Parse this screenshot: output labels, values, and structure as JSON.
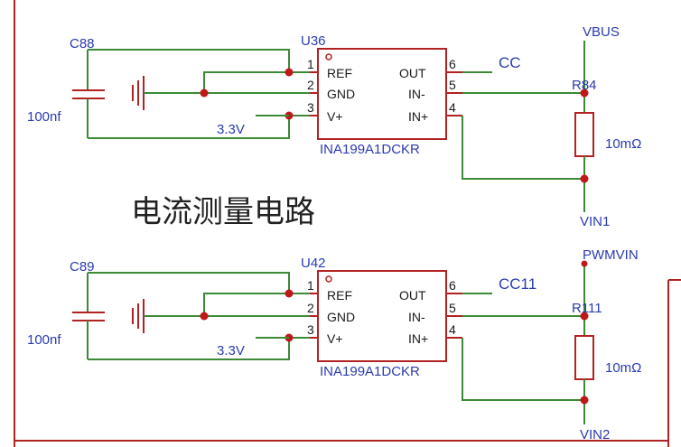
{
  "title": "电流测量电路",
  "colors": {
    "wire": "#3c8a35",
    "part": "#b22222",
    "label": "#2a3bb0",
    "junction": "#c01818"
  },
  "circuits": [
    {
      "cap_ref": "C88",
      "cap_value": "100nf",
      "ic_ref": "U36",
      "ic_part": "INA199A1DCKR",
      "pins_left": [
        {
          "num": "1",
          "name": "REF"
        },
        {
          "num": "2",
          "name": "GND"
        },
        {
          "num": "3",
          "name": "V+"
        }
      ],
      "pins_right": [
        {
          "num": "6",
          "name": "OUT"
        },
        {
          "num": "5",
          "name": "IN-"
        },
        {
          "num": "4",
          "name": "IN+"
        }
      ],
      "supply": "3.3V",
      "out_net": "CC",
      "res_ref": "R84",
      "res_value": "10mΩ",
      "top_net": "VBUS",
      "bottom_net": "VIN1"
    },
    {
      "cap_ref": "C89",
      "cap_value": "100nf",
      "ic_ref": "U42",
      "ic_part": "INA199A1DCKR",
      "pins_left": [
        {
          "num": "1",
          "name": "REF"
        },
        {
          "num": "2",
          "name": "GND"
        },
        {
          "num": "3",
          "name": "V+"
        }
      ],
      "pins_right": [
        {
          "num": "6",
          "name": "OUT"
        },
        {
          "num": "5",
          "name": "IN-"
        },
        {
          "num": "4",
          "name": "IN+"
        }
      ],
      "supply": "3.3V",
      "out_net": "CC11",
      "res_ref": "R111",
      "res_value": "10mΩ",
      "top_net": "PWMVIN",
      "bottom_net": "VIN2"
    }
  ]
}
